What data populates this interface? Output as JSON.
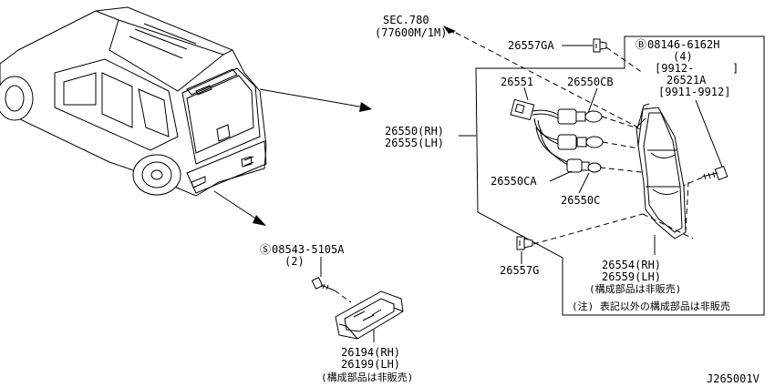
{
  "vehicle": {},
  "sec_ref": {
    "code": "SEC.780",
    "sub": "(77600M/1M)"
  },
  "front_lamp": {
    "screw_no": "08543-5105A",
    "screw_symbol": "S",
    "screw_qty": "(2)",
    "part_rh": "26194(RH)",
    "part_lh": "26199(LH)",
    "note": "(構成部品は非販売)"
  },
  "rear_lamp": {
    "main_rh": "26550(RH)",
    "main_lh": "26555(LH)",
    "grommet_top": "26557GA",
    "socket": "26551",
    "bulb_cb": "26550CB",
    "bulb_ca": "26550CA",
    "bulb_c": "26550C",
    "bolt_symbol": "B",
    "bolt_no": "08146-6162H",
    "bolt_qty": "(4)",
    "bolt_range": "[9912-",
    "bolt_range_end": "]",
    "bolt_alt": "26521A",
    "bolt_alt_range": "[9911-9912]",
    "grommet_bottom": "26557G",
    "lens_rh": "26554(RH)",
    "lens_lh": "26559(LH)",
    "lens_note": "(構成部品は非販売)",
    "footnote": "(注) 表記以外の構成部品は非販売"
  },
  "diagram_code": "J265001V"
}
